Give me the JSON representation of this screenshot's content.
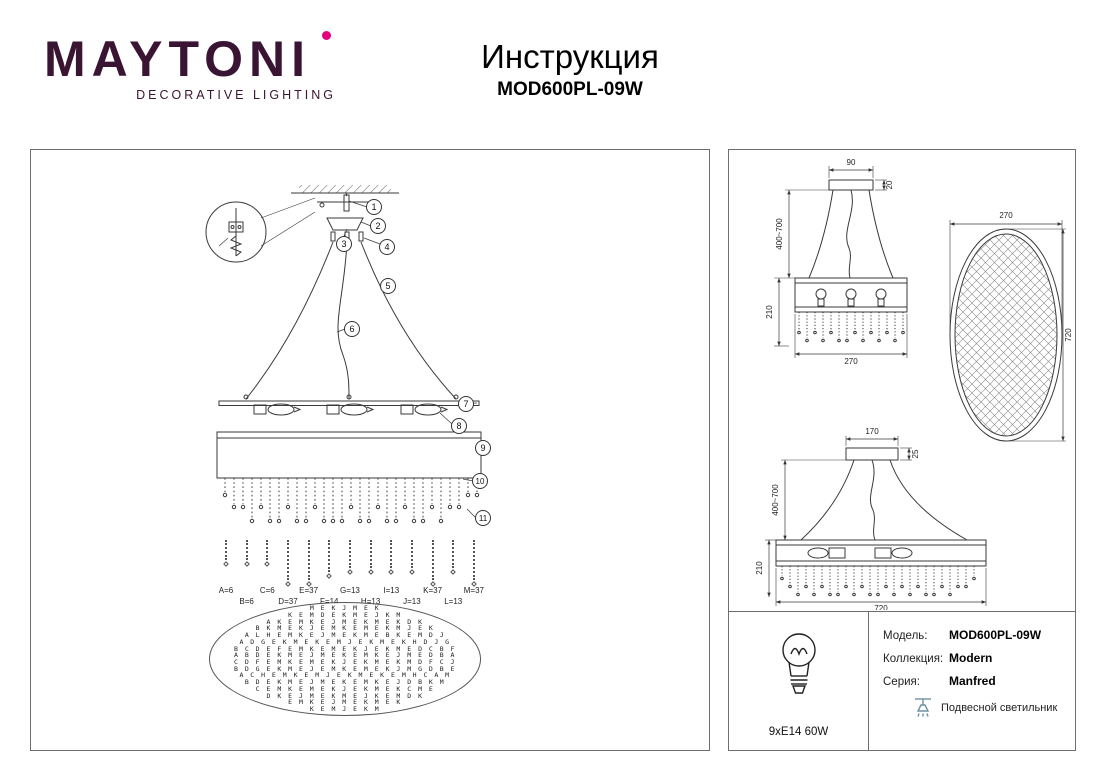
{
  "header": {
    "brand": "MAYTONI",
    "brand_sub": "DECORATIVE LIGHTING",
    "doc_title": "Инструкция",
    "model": "MOD600PL-09W"
  },
  "colors": {
    "brand_plum": "#3a1433",
    "accent_magenta": "#e5007d",
    "drawing_line": "#3a3a3a",
    "type_icon_teal": "#6f92a2"
  },
  "assembly": {
    "callouts": [
      "1",
      "2",
      "3",
      "4",
      "5",
      "6",
      "7",
      "8",
      "9",
      "10",
      "11"
    ],
    "strand_legend": [
      "A=6",
      "B=6",
      "C=6",
      "D=37",
      "E=37",
      "F=14",
      "G=13",
      "H=13",
      "I=13",
      "J=13",
      "K=37",
      "L=13",
      "M=37"
    ],
    "crystal_map_rows": [
      "M E K J M E K",
      "K E M D E K M E J K M",
      "A K E M K E J M E K M E K D K",
      "B K M E K J E M K E M E K M J E K",
      "A L H E M K E J M E K M E B K E M D J",
      "A D G E K M E K E M J E K M E K H D J G",
      "B C D E F E M K E M E K J E K M E D C B F",
      "A B D E K M E J M E K E M K E J M E D B A",
      "C D F E M K E M E K J E K M E K M D F C J",
      "B D G E K M E J E M K E M E K J M G D B E",
      "A C H E M K E M J E K M E K E M H C A M",
      "B D E K M E J M E K E M K E J D B K M",
      "C E M K E M E K J E K M E K C M E",
      "D K E J M E K M E J K E M D K",
      "E M K E J M E K M E K",
      "K E M J E K M"
    ]
  },
  "views": {
    "front": {
      "canopy_width": "90",
      "canopy_height": "20",
      "suspension_height": "400~700",
      "shade_height": "210",
      "width": "270"
    },
    "top": {
      "width": "270",
      "length": "720"
    },
    "side": {
      "canopy_width": "170",
      "canopy_height": "25",
      "suspension_height": "400~700",
      "shade_height": "210",
      "width": "720"
    }
  },
  "specs": {
    "bulb": "9xE14 60W",
    "model_label": "Модель:",
    "model_value": "MOD600PL-09W",
    "collection_label": "Коллекция:",
    "collection_value": "Modern",
    "series_label": "Серия:",
    "series_value": "Manfred",
    "type_value": "Подвесной светильник"
  }
}
